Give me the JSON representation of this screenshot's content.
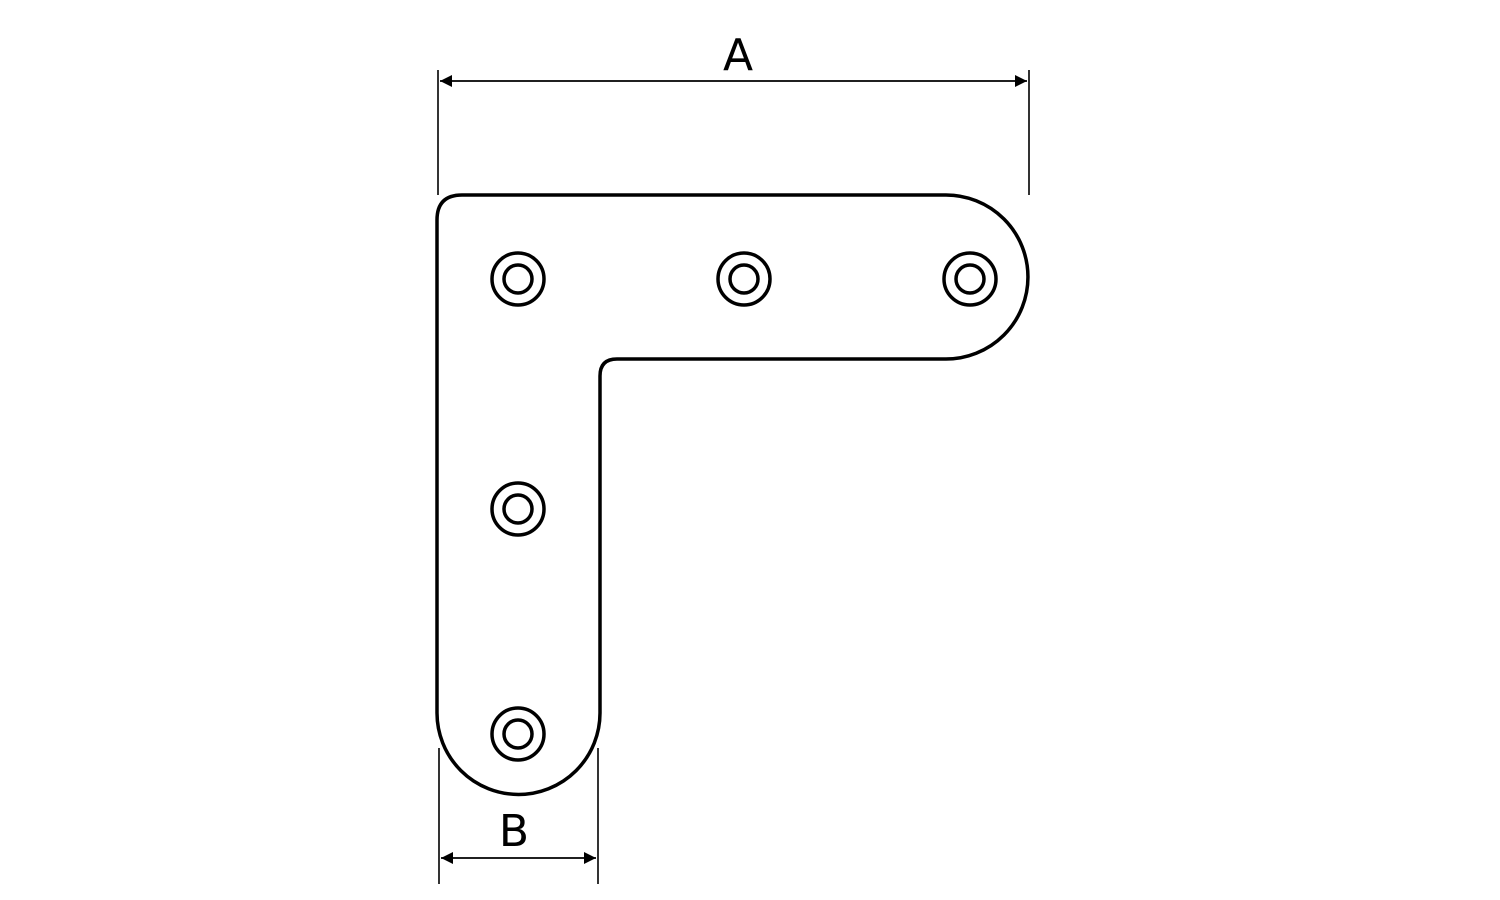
{
  "diagram": {
    "dimensions": {
      "width_label": "A",
      "leg_width_label": "B"
    },
    "colors": {
      "stroke": "#000000",
      "fill": "#ffffff",
      "background": "#ffffff"
    },
    "holes": {
      "count": 5,
      "style": "countersunk-double-ring"
    }
  }
}
